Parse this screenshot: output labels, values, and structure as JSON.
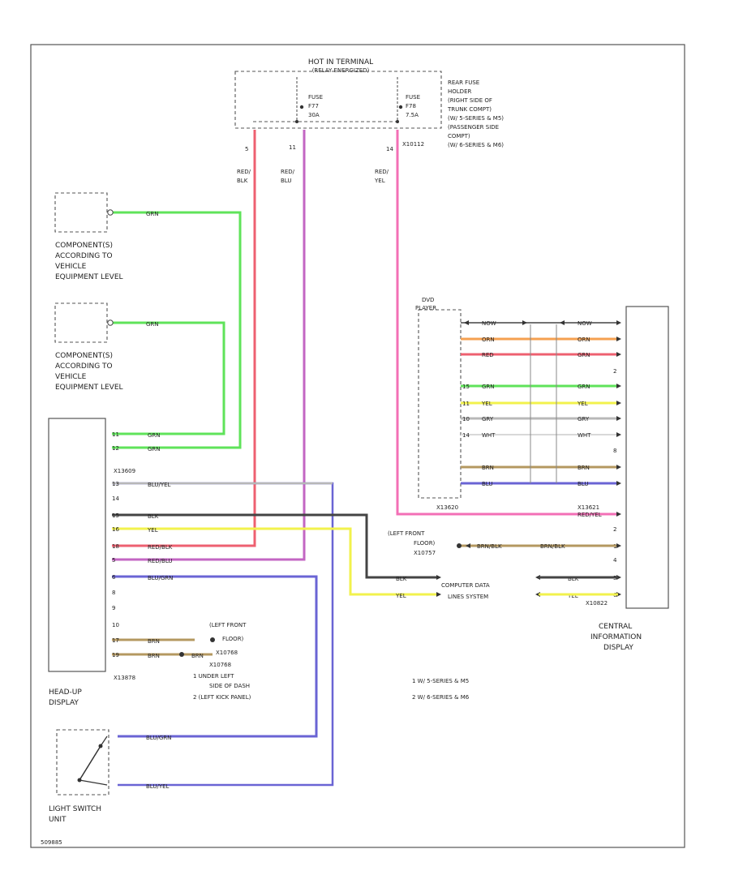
{
  "hot_box": {
    "title_1": "HOT IN TERMINAL",
    "title_2": "(RELAY ENERGIZED)",
    "fuse_left": [
      "FUSE",
      "F77",
      "30A"
    ],
    "fuse_right": [
      "FUSE",
      "F78",
      "7.5A"
    ],
    "rear_fuse_note": [
      "REAR FUSE",
      "HOLDER",
      "(RIGHT SIDE OF",
      "TRUNK COMPT)",
      "(W/ 5-SERIES & M5)",
      "(PASSENGER SIDE",
      "COMPT)",
      "(W/ 6-SERIES & M6)"
    ],
    "pin_left": "5",
    "pin_mid": "11",
    "pin_right": "14",
    "conn_right": "X10112"
  },
  "wires_top": [
    {
      "l1": "RED/",
      "l2": "BLK"
    },
    {
      "l1": "RED/",
      "l2": "BLU"
    },
    {
      "l1": "RED/",
      "l2": "YEL"
    }
  ],
  "components": [
    {
      "l1": "COMPONENT(S)",
      "l2": "ACCORDING TO",
      "l3": "VEHICLE",
      "l4": "EQUIPMENT LEVEL",
      "wire": "GRN"
    },
    {
      "l1": "COMPONENT(S)",
      "l2": "ACCORDING TO",
      "l3": "VEHICLE",
      "l4": "EQUIPMENT LEVEL",
      "wire": "GRN"
    }
  ],
  "hud": {
    "name_1": "HEAD-UP",
    "name_2": "DISPLAY",
    "conn_top": "X13609",
    "conn_bottom": "X13878",
    "pins": [
      "11",
      "12",
      "13",
      "14",
      "15",
      "16",
      "18",
      "5",
      "6",
      "8",
      "9",
      "10",
      "17",
      "19"
    ],
    "wires": [
      "GRN",
      "GRN",
      "BLU/YEL",
      "BLK",
      "YEL",
      "RED/BLK",
      "RED/BLU",
      "BLU/GRN",
      "BRN",
      "BRN",
      "BRN"
    ]
  },
  "ground": {
    "l1": "(LEFT FRONT",
    "l2": "FLOOR)",
    "conn": "X10768",
    "note_1": "1  UNDER LEFT",
    "note_2": "SIDE OF DASH",
    "note_3": "2  (LEFT KICK PANEL)"
  },
  "light_switch": {
    "name_1": "LIGHT SWITCH",
    "name_2": "UNIT",
    "wire_a": "BLU/GRN",
    "wire_b": "BLU/YEL"
  },
  "dvd": {
    "l1": "DVD",
    "l2": "PLAYER",
    "conn_l": "X13620",
    "conn_r": "X13621",
    "wires_left": [
      "NOW",
      "ORN",
      "RED",
      "GRN",
      "YEL",
      "GRY",
      "WHT",
      "BRN",
      "BLU"
    ],
    "wires_right": [
      "NOW",
      "ORN",
      "GRN",
      "GRN",
      "YEL",
      "GRY",
      "WHT",
      "BRN",
      "BLU"
    ],
    "pins_left": [
      "",
      "",
      "",
      "15",
      "11",
      "10",
      "14",
      "",
      ""
    ],
    "pins_right": [
      "",
      "",
      "",
      "2",
      "",
      "",
      "",
      "8",
      ""
    ]
  },
  "cid": {
    "name_1": "CENTRAL",
    "name_2": "INFORMATION",
    "name_3": "DISPLAY",
    "wire_ry": "RED/YEL",
    "conn": "X10822",
    "pins": [
      "1",
      "2",
      "3",
      "4",
      "5",
      "6"
    ]
  },
  "floor_ground": {
    "l1": "(LEFT FRONT",
    "l2": "FLOOR)",
    "conn": "X10757",
    "wire_l": "BRN/BLK",
    "wire_r": "BRN/BLK"
  },
  "computer": {
    "l1": "COMPUTER DATA",
    "l2": "LINES SYSTEM",
    "wire_blk": "BLK",
    "wire_yel": "YEL"
  },
  "notes": [
    "1  W/ 5-SERIES & M5",
    "2  W/ 6-SERIES & M6"
  ],
  "footer": "509885",
  "colors": {
    "grn": "#5fe35a",
    "red": "#ee6070",
    "pink": "#f36fb6",
    "violet": "#c366c3",
    "blue": "#6a64d4",
    "yellow": "#f2f24c",
    "orange": "#f5a050",
    "brown": "#b49860",
    "gray": "#b8b8b8",
    "black": "#444444"
  }
}
